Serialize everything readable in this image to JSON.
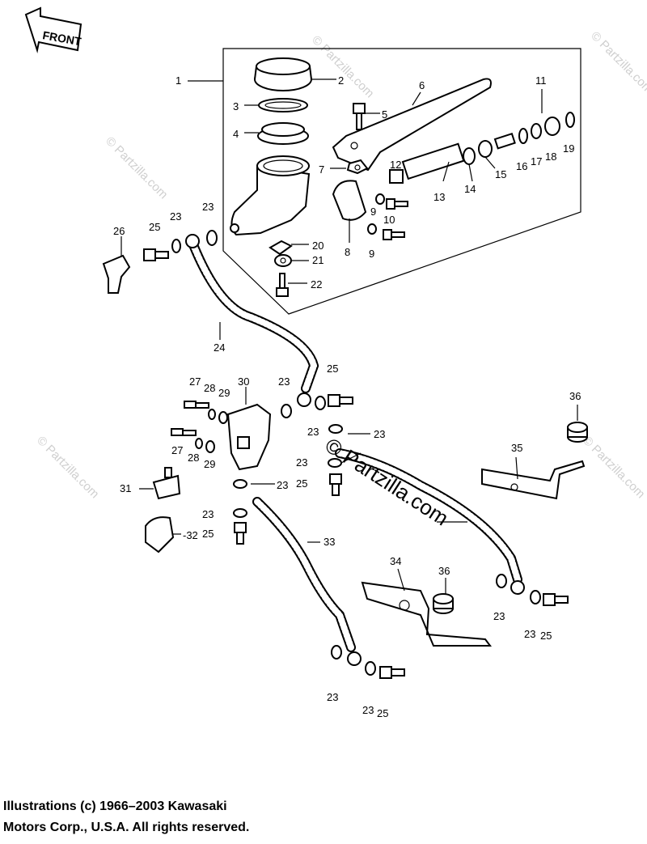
{
  "front_label": "FRONT",
  "watermark": "© Partzilla.com",
  "callouts": {
    "c1": "1",
    "c2": "2",
    "c3": "3",
    "c4": "4",
    "c5": "5",
    "c6": "6",
    "c7": "7",
    "c8": "8",
    "c9": "9",
    "c10": "10",
    "c11": "11",
    "c12": "12",
    "c13": "13",
    "c14": "14",
    "c15": "15",
    "c16": "16",
    "c17": "17",
    "c18": "18",
    "c19": "19",
    "c20": "20",
    "c21": "21",
    "c22": "22",
    "c23": "23",
    "c24": "24",
    "c25": "25",
    "c26": "26",
    "c27": "27",
    "c28": "28",
    "c29": "29",
    "c30": "30",
    "c31": "31",
    "c32": "-32",
    "c33": "33",
    "c34": "34",
    "c35": "35",
    "c36": "36"
  },
  "copyright": {
    "line1": "Illustrations (c) 1966–2003 Kawasaki",
    "line2": "Motors Corp., U.S.A.  All rights reserved."
  }
}
